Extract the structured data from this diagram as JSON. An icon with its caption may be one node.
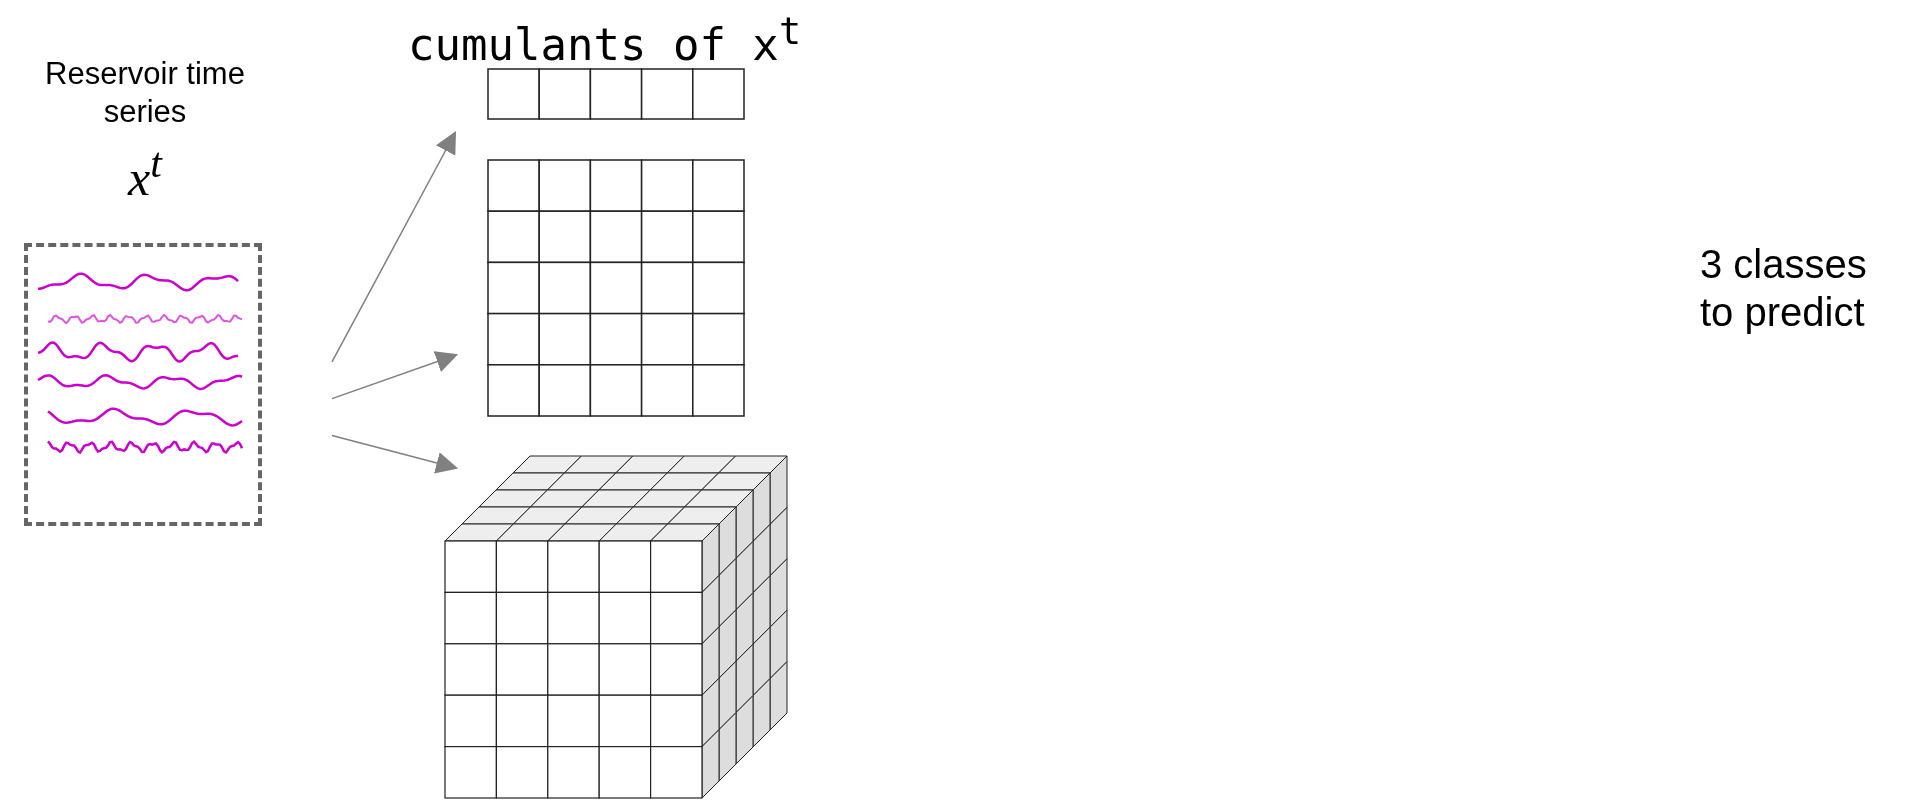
{
  "diagram": {
    "title": "cumulants of x$^{t}$",
    "nodes": [
      {
        "text": [
          "Reservoir time series",
          "x$^{t}$"
        ]
      },
      {
        "text": [],
        "shape": "grid"
      },
      {
        "text": [],
        "shape": "grid"
      },
      {
        "text": [],
        "shape": "cube"
      }
    ],
    "edges": [
      {
        "from": 0,
        "to": 1,
        "arrow": "to"
      },
      {
        "from": 0,
        "to": 2,
        "arrow": "to"
      },
      {
        "from": 0,
        "to": 3,
        "arrow": "to"
      }
    ],
    "labels": [
      "3 classes to predict"
    ]
  }
}
